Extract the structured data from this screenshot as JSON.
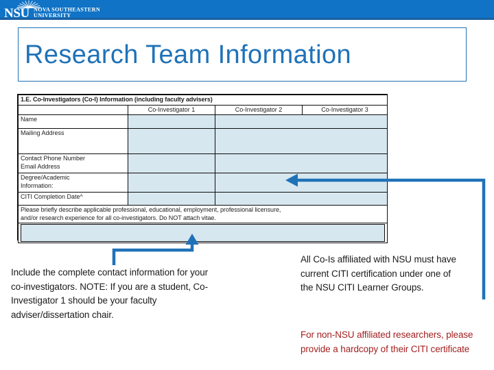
{
  "header": {
    "logo_line1": "NOVA SOUTHEASTERN",
    "logo_line2": "UNIVERSITY",
    "logo_mark": "NSU",
    "band_color": "#1073c6",
    "band_rule_color": "#1a5fa0"
  },
  "slide": {
    "title": "Research Team Information",
    "title_color": "#1f72b8"
  },
  "form": {
    "section_heading": "1.E.  Co-Investigators (Co-I) Information (including faculty advisers)",
    "column_headers": [
      "Co-Investigator 1",
      "Co-Investigator 2",
      "Co-Investigator 3"
    ],
    "rows": [
      {
        "label": "Name"
      },
      {
        "label": "Mailing Address"
      },
      {
        "label": "Contact Phone Number\nEmail Address"
      },
      {
        "label": "Degree/Academic\nInformation:"
      },
      {
        "label": "CITI Completion Date^"
      }
    ],
    "row_labels": {
      "name": "Name",
      "mailing_address": "Mailing Address",
      "contact_phone": "Contact Phone Number",
      "email_address": "Email Address",
      "degree_academic": "Degree/Academic",
      "information": "Information:",
      "citi_completion": "CITI Completion Date^"
    },
    "instruction_line1": "Please briefly describe applicable professional, educational, employment, professional licensure,",
    "instruction_line2": "and/or research experience for all co-investigators.  Do NOT attach vitae.",
    "fill_color": "#d7e7ef"
  },
  "callouts": {
    "left": "Include the complete contact information for your co-investigators. NOTE: If you are a student, Co-Investigator 1 should be your faculty adviser/dissertation chair.",
    "right_top": "All Co-Is affiliated with NSU must have current CITI certification under one of the NSU CITI Learner Groups.",
    "right_bottom": "For non-NSU affiliated researchers, please  provide a hardcopy of their CITI certificate",
    "right_bottom_color": "#a32020",
    "arrow_color": "#1f72b8"
  }
}
